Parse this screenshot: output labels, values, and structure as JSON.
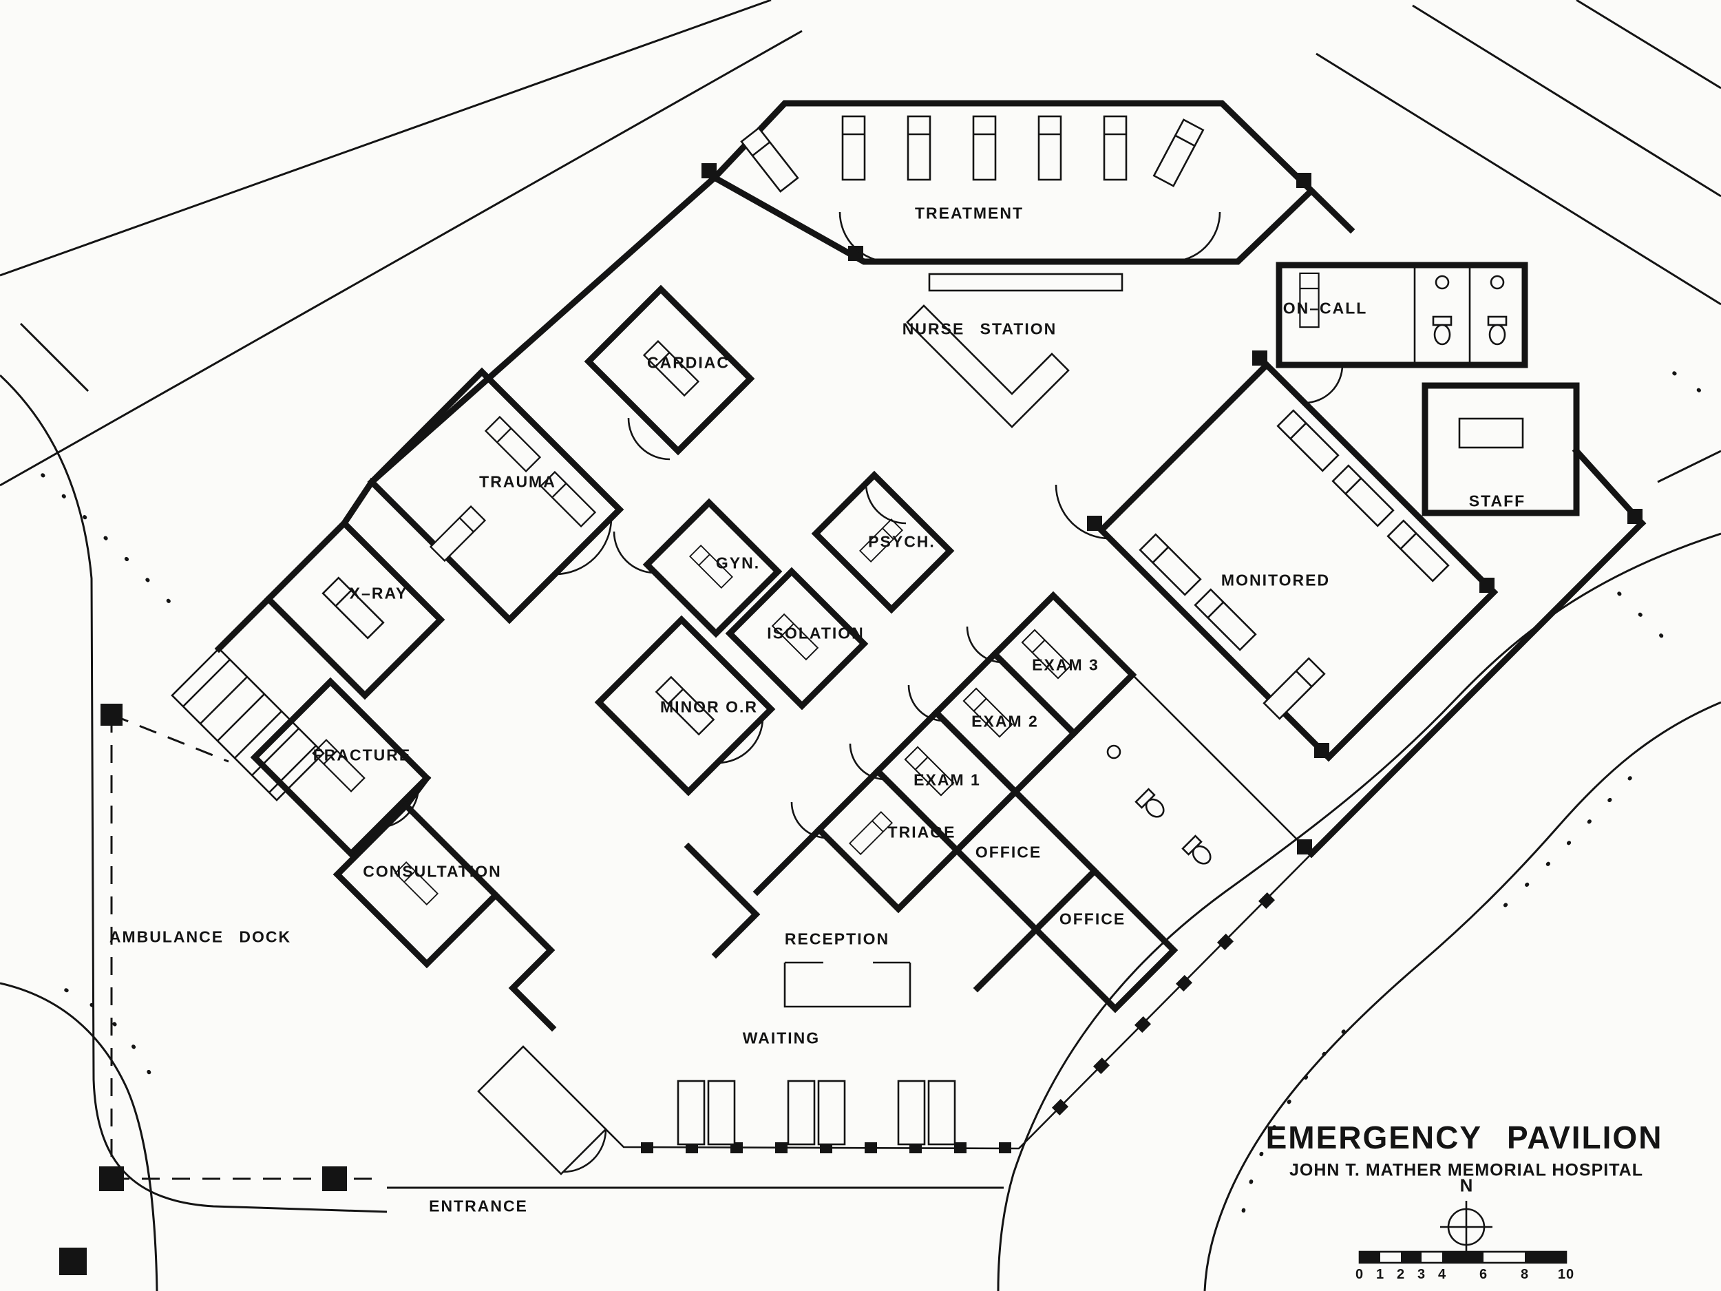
{
  "title": {
    "line1": "EMERGENCY PAVILION",
    "line2": "JOHN T. MATHER MEMORIAL HOSPITAL"
  },
  "rooms": {
    "treatment": "TREATMENT",
    "nurse_station": "NURSE STATION",
    "on_call": "ON–CALL",
    "cardiac": "CARDIAC",
    "trauma": "TRAUMA",
    "x_ray": "X–RAY",
    "gyn": "GYN.",
    "psych": "PSYCH.",
    "isolation": "ISOLATION",
    "minor_or": "MINOR O.R",
    "staff": "STAFF",
    "monitored": "MONITORED",
    "exam3": "EXAM 3",
    "exam2": "EXAM 2",
    "exam1": "EXAM 1",
    "fracture": "FRACTURE",
    "triage": "TRIAGE",
    "office1": "OFFICE",
    "office2": "OFFICE",
    "consultation": "CONSULTATION",
    "reception": "RECEPTION",
    "ambulance_dock": "AMBULANCE DOCK",
    "waiting": "WAITING",
    "entrance": "ENTRANCE"
  },
  "compass": {
    "north_label": "N"
  },
  "scale_bar": {
    "labels": [
      "0",
      "1",
      "2",
      "3",
      "4",
      "6",
      "8",
      "10"
    ]
  },
  "colors": {
    "ink": "#141414",
    "paper": "#fbfbf9"
  }
}
